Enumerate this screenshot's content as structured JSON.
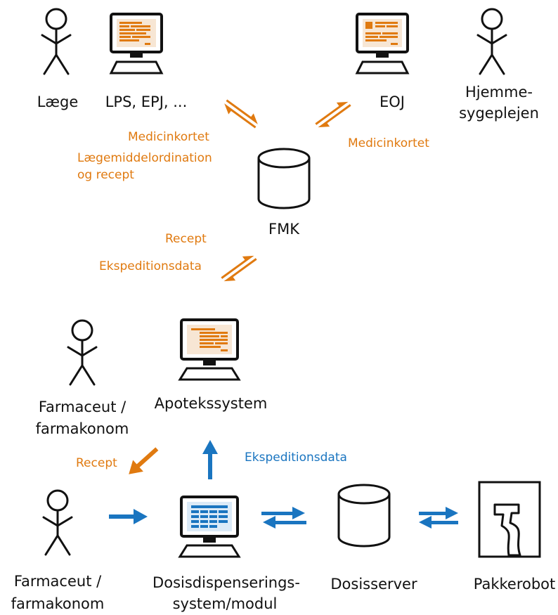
{
  "colors": {
    "orange": "#e07a10",
    "blue": "#1a75c0",
    "ink": "#111111"
  },
  "actors": {
    "laege": "Læge",
    "hjemme_line1": "Hjemme-",
    "hjemme_line2": "sygeplejen",
    "farmaceut_top_line1": "Farmaceut /",
    "farmaceut_top_line2": "farmakonom",
    "farmaceut_bottom_line1": "Farmaceut /",
    "farmaceut_bottom_line2": "farmakonom"
  },
  "systems": {
    "lps": "LPS, EPJ, ...",
    "eoj": "EOJ",
    "fmk": "FMK",
    "apotek": "Apotekssystem",
    "dosis_line1": "Dosisdispenserings-",
    "dosis_line2": "system/modul",
    "dosisserver": "Dosisserver",
    "pakkerobot": "Pakkerobot"
  },
  "flows": {
    "lps_fmk_1": "Medicinkortet",
    "lps_fmk_2": "Lægemiddelordination",
    "lps_fmk_3": "og recept",
    "eoj_fmk": "Medicinkortet",
    "fmk_apotek_1": "Recept",
    "fmk_apotek_2": "Ekspeditionsdata",
    "farmaceut_recept": "Recept",
    "dosis_apotek": "Ekspeditionsdata"
  },
  "icons": [
    "stick-figure-icon",
    "computer-icon",
    "database-icon",
    "packing-robot-icon"
  ]
}
